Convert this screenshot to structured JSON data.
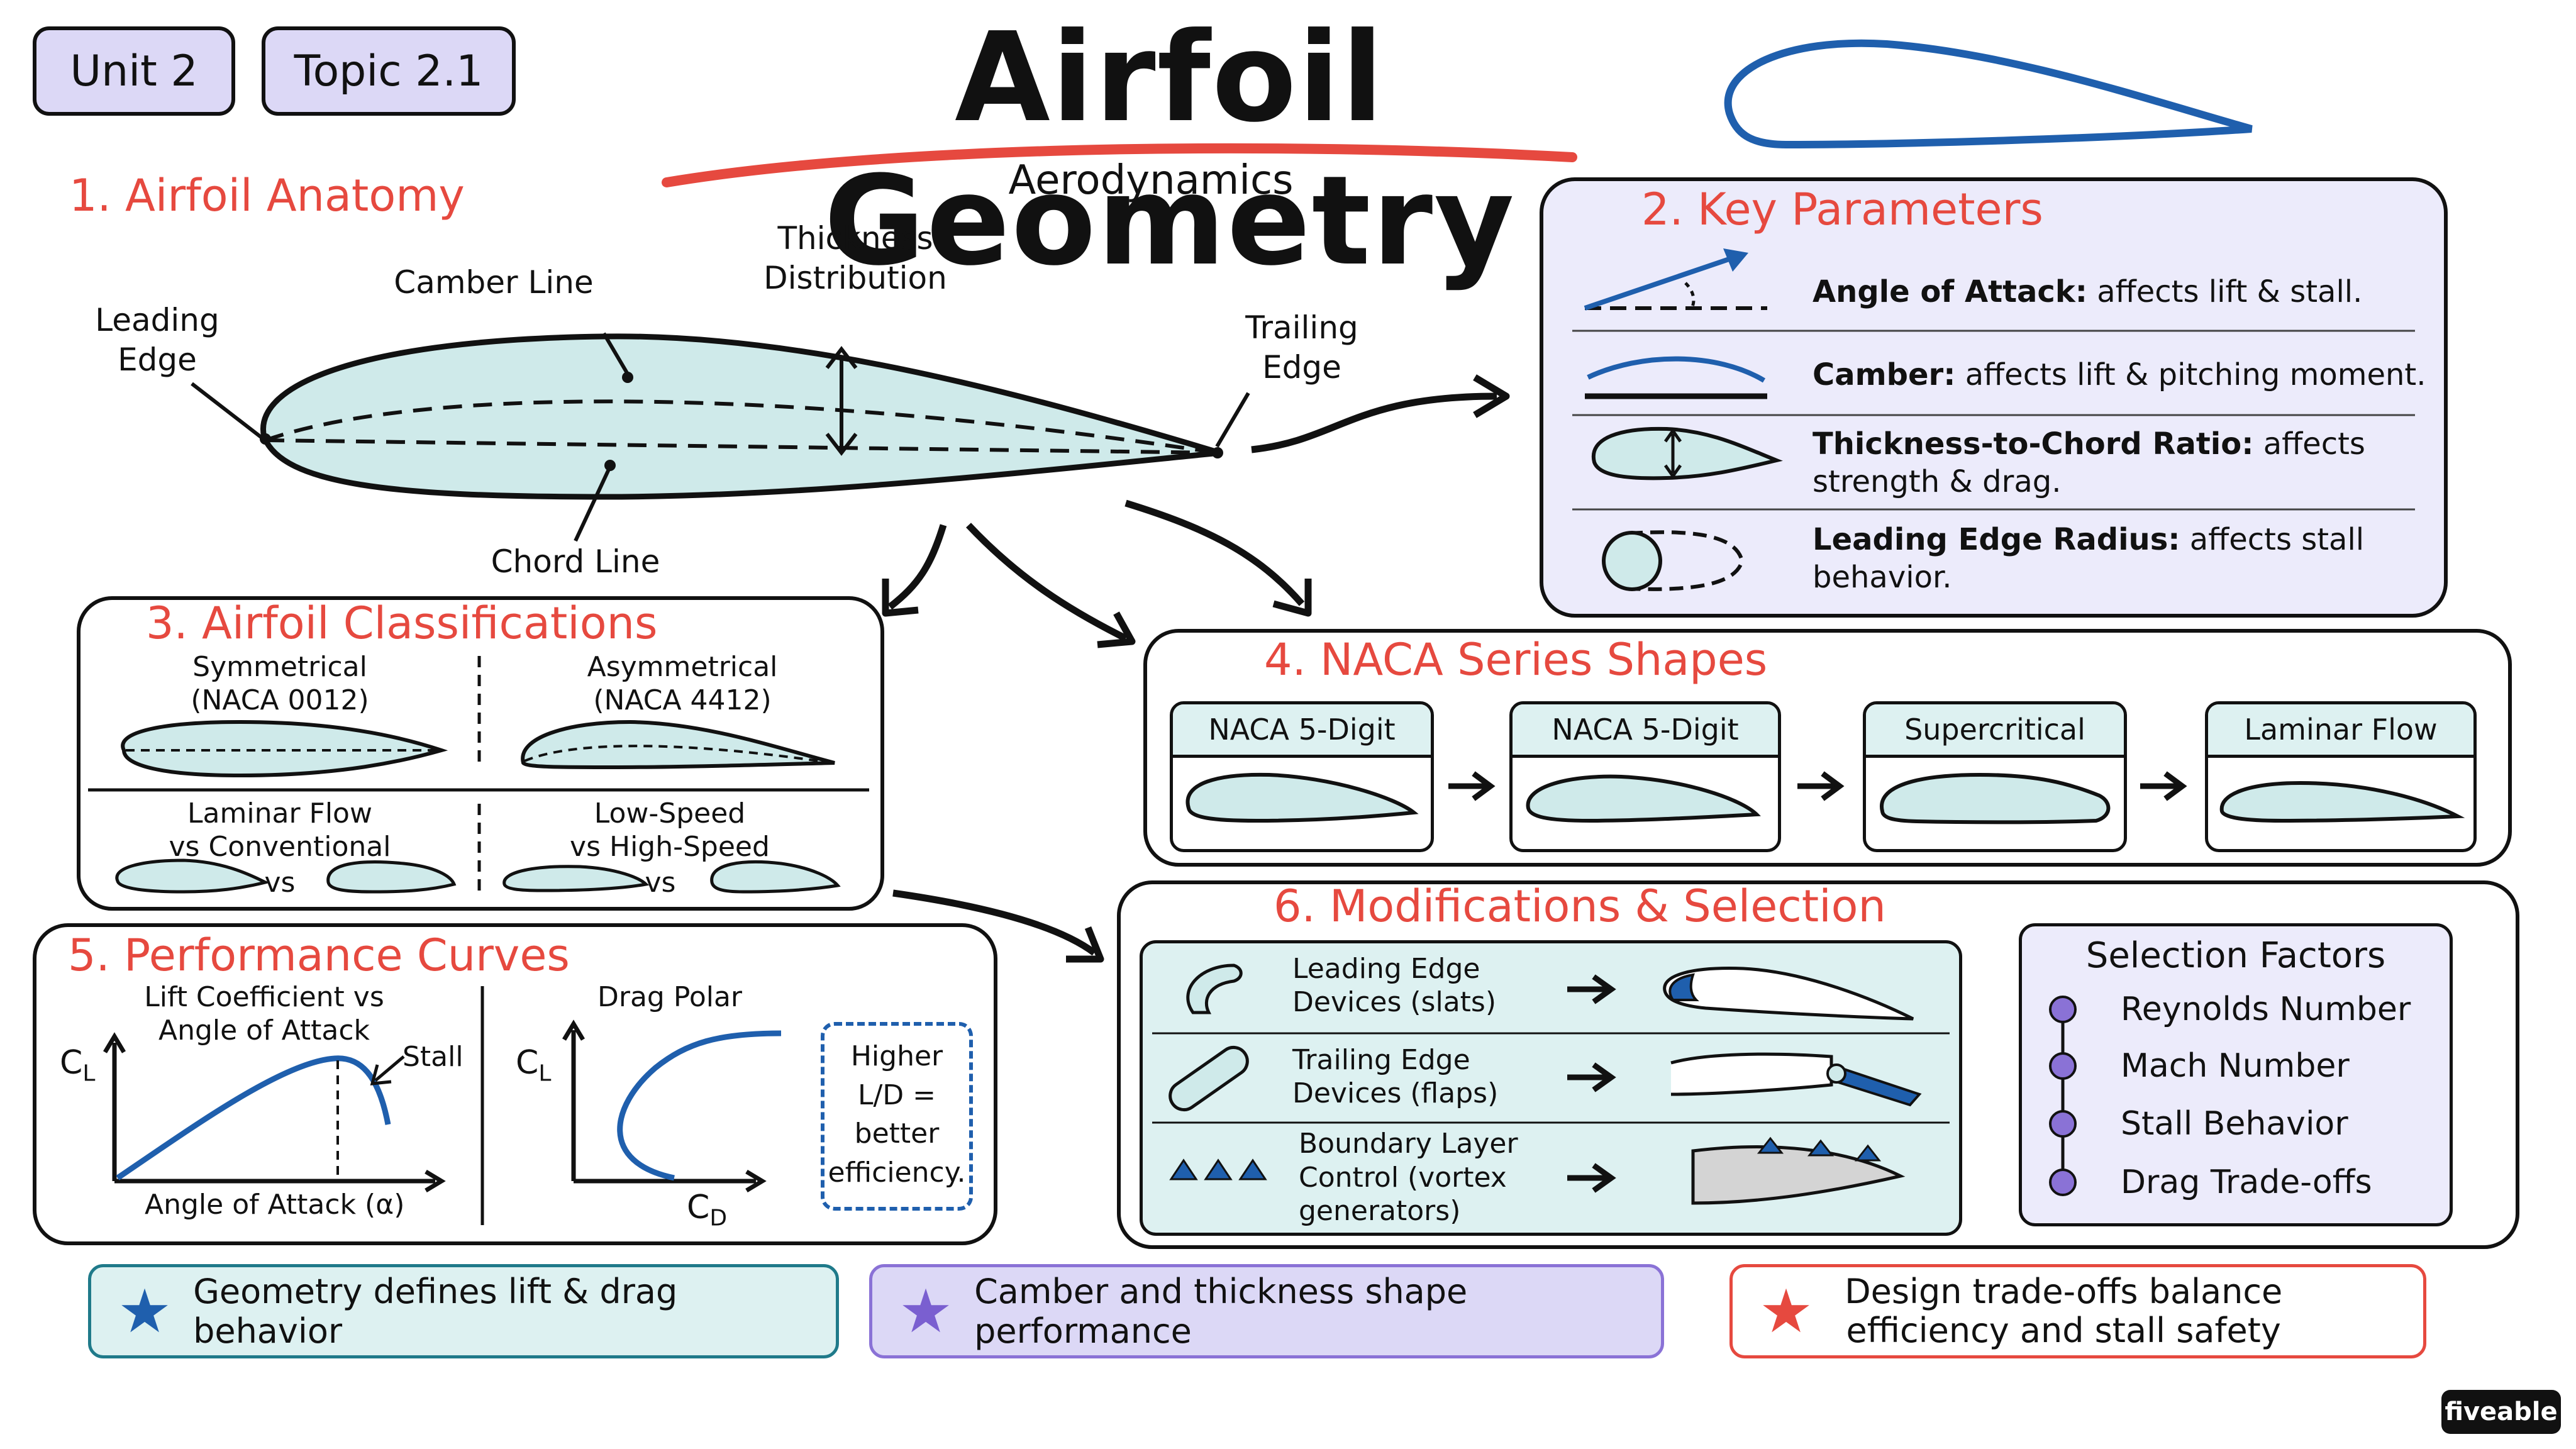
{
  "header": {
    "unit_tag": "Unit 2",
    "topic_tag": "Topic 2.1",
    "title": "Airfoil Geometry",
    "subtitle": "Aerodynamics"
  },
  "anatomy": {
    "heading": "1. Airfoil Anatomy",
    "leading_edge_line1": "Leading",
    "leading_edge_line2": "Edge",
    "camber_line": "Camber Line",
    "thickness_line1": "Thickness",
    "thickness_line2": "Distribution",
    "trailing_edge_line1": "Trailing",
    "trailing_edge_line2": "Edge",
    "chord_line": "Chord Line"
  },
  "key_parameters": {
    "heading": "2. Key Parameters",
    "items": [
      {
        "term": "Angle of Attack:",
        "desc": "affects lift & stall.",
        "desc2": ""
      },
      {
        "term": "Camber:",
        "desc": "affects lift & pitching moment.",
        "desc2": ""
      },
      {
        "term": "Thickness-to-Chord Ratio:",
        "desc": "affects",
        "desc2": "strength & drag."
      },
      {
        "term": "Leading Edge Radius:",
        "desc": "affects stall",
        "desc2": "behavior."
      }
    ]
  },
  "classifications": {
    "heading": "3. Airfoil Classifications",
    "symmetrical_line1": "Symmetrical",
    "symmetrical_line2": "(NACA 0012)",
    "asymmetrical_line1": "Asymmetrical",
    "asymmetrical_line2": "(NACA 4412)",
    "laminar_line1": "Laminar Flow",
    "laminar_line2": "vs Conventional",
    "lowspeed_line1": "Low-Speed",
    "lowspeed_line2": "vs High-Speed",
    "vs": "vs"
  },
  "naca": {
    "heading": "4. NACA Series Shapes",
    "cards": [
      "NACA 5-Digit",
      "NACA 5-Digit",
      "Supercritical",
      "Laminar Flow"
    ]
  },
  "performance": {
    "heading": "5. Performance Curves",
    "lift_title_line1": "Lift Coefficient vs",
    "lift_title_line2": "Angle of Attack",
    "lift_y_label": "C",
    "lift_y_sub": "L",
    "stall": "Stall",
    "lift_x_label": "Angle of Attack (α)",
    "drag_title": "Drag Polar",
    "drag_y_label": "C",
    "drag_y_sub": "L",
    "drag_x_label": "C",
    "drag_x_sub": "D",
    "note_line1": "Higher",
    "note_line2": "L/D =",
    "note_line3": "better",
    "note_line4": "efficiency."
  },
  "modifications": {
    "heading": "6. Modifications & Selection",
    "devices": [
      {
        "line1": "Leading Edge",
        "line2": "Devices (slats)",
        "line3": ""
      },
      {
        "line1": "Trailing Edge",
        "line2": "Devices (flaps)",
        "line3": ""
      },
      {
        "line1": "Boundary Layer",
        "line2": "Control (vortex",
        "line3": "generators)"
      }
    ],
    "selection_title": "Selection Factors",
    "factors": [
      "Reynolds Number",
      "Mach Number",
      "Stall Behavior",
      "Drag Trade-offs"
    ]
  },
  "takeaways": [
    {
      "line1": "Geometry defines lift & drag behavior",
      "line2": ""
    },
    {
      "line1": "Camber and thickness shape performance",
      "line2": ""
    },
    {
      "line1": "Design trade-offs balance",
      "line2": "efficiency and stall safety"
    }
  ],
  "brand": "fiveable",
  "colors": {
    "accent_red": "#e6493f",
    "airfoil_fill": "#cfeaea",
    "blue_line": "#1f5fad",
    "lavender": "#dcd8f6",
    "teal_panel": "#ddf1f1",
    "purple_dot": "#8a72d6"
  }
}
